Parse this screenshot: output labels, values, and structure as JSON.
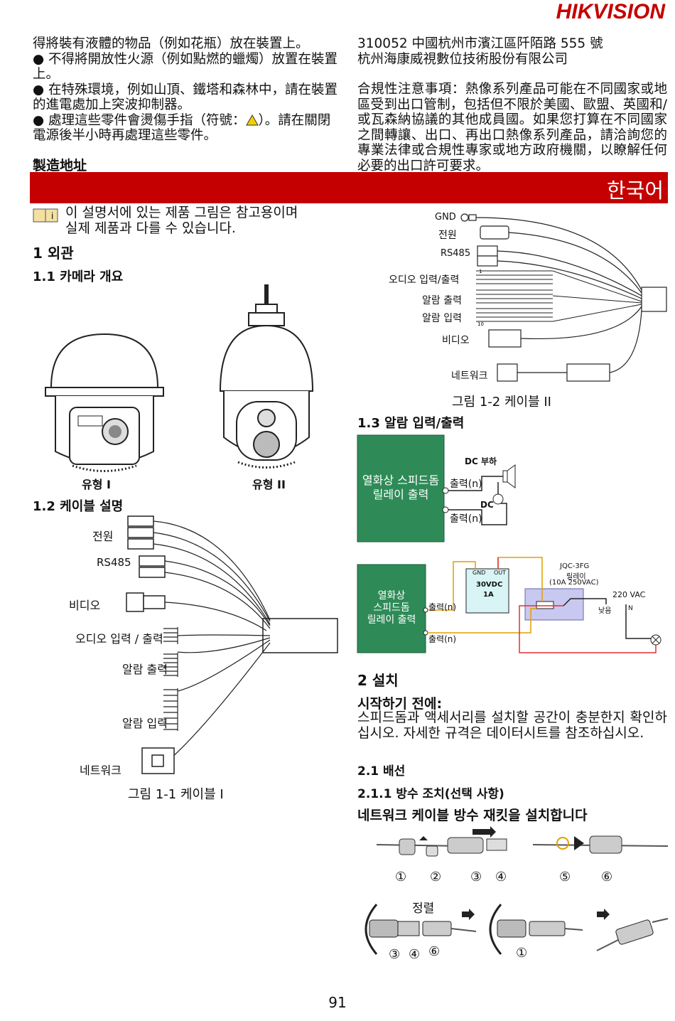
{
  "header": {
    "brand": "HIKVISION"
  },
  "left_top": {
    "line1": "得將裝有液體的物品（例如花瓶）放在裝置上。",
    "bullet1": "● 不得將開放性火源（例如點燃的蠟燭）放置在裝置上。",
    "bullet2": "● 在特殊環境，例如山頂、鐵塔和森林中，請在裝置的進電處加上突波抑制器。",
    "bullet3a": "● 處理這些零件會燙傷手指（符號：",
    "bullet3b": "）。請在關閉電源後半小時再處理這些零件。",
    "heading": "製造地址"
  },
  "right_top": {
    "address1": "310052 中國杭州市濱江區阡陌路 555 號",
    "address2": "杭州海康威視數位技術股份有限公司",
    "compliance": "合規性注意事項：熱像系列產品可能在不同國家或地區受到出口管制，包括但不限於美國、歐盟、英國和/或瓦森納協議的其他成員國。如果您打算在不同國家之間轉讓、出口、再出口熱像系列產品，請洽詢您的專業法律或合規性專家或地方政府機關，以瞭解任何必要的出口許可要求。"
  },
  "language_bar": "한국어",
  "note": {
    "line1": "이 설명서에 있는 제품 그림은 참고용이며",
    "line2": "실제 제품과 다를 수 있습니다."
  },
  "sections": {
    "s1": "1 외관",
    "s1_1": "1.1 카메라 개요",
    "type1": "유형 I",
    "type2": "유형 II",
    "s1_2": "1.2 케이블 설명",
    "s1_3": "1.3 알람 입력/출력",
    "s2": "2 설치",
    "before": "시작하기 전에:",
    "before_text": "스피드돔과 액세서리를 설치할 공간이 충분한지 확인하십시오. 자세한 규격은 데이터시트를 참조하십시오.",
    "s2_1": "2.1 배선",
    "s2_1_1": "2.1.1 방수 조치(선택 사항)",
    "s2_1_1_title": "네트워크 케이블 방수 재킷을 설치합니다"
  },
  "cable1": {
    "power": "전원",
    "rs485": "RS485",
    "video": "비디오",
    "audio": "오디오 입력 / 출력",
    "alarm_out": "알람 출력",
    "alarm_in": "알람 입력",
    "network": "네트워크",
    "caption": "그림 1-1 케이블 I"
  },
  "cable2": {
    "gnd": "GND",
    "power": "전원",
    "rs485": "RS485",
    "audio": "오디오 입력/출력",
    "alarm_out": "알람 출력",
    "alarm_in": "알람 입력",
    "video": "비디오",
    "network": "네트워크",
    "caption": "그림 1-2 케이블 II",
    "pin1": "1",
    "pin10": "10"
  },
  "alarm1": {
    "box1": "열화상 스피드돔",
    "box2": "릴레이 출력",
    "dc_load": "DC 부하",
    "out1": "출력(n)",
    "out2": "출력(n)",
    "dc": "DC"
  },
  "alarm2": {
    "box1": "열화상",
    "box2": "스피드돔",
    "box3": "릴레이 출력",
    "out1": "출력(n)",
    "out2": "출력(n)",
    "gnd": "GND",
    "out": "OUT",
    "psu1": "30VDC",
    "psu2": "1A",
    "relay1": "JQC-3FG",
    "relay2": "릴레이",
    "relay3": "(10A 250VAC)",
    "vac": "220 VAC",
    "low": "낮음",
    "n": "N"
  },
  "steps": {
    "n1": "①",
    "n2": "②",
    "n3": "③",
    "n4": "④",
    "n5": "⑤",
    "n6": "⑥",
    "align": "정렬"
  },
  "page_number": "91"
}
